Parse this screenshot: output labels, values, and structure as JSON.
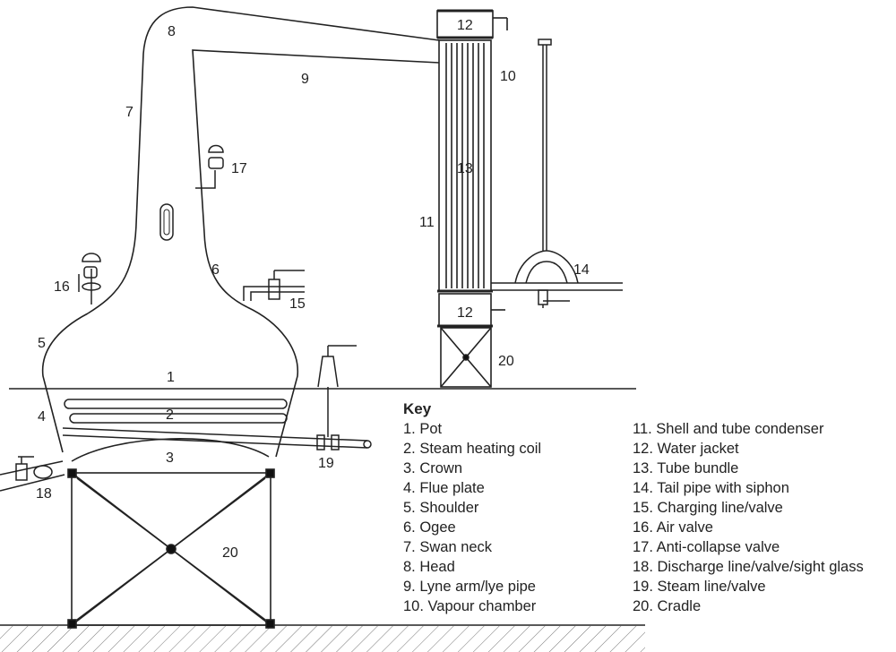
{
  "diagram": {
    "callouts": [
      "1",
      "2",
      "3",
      "4",
      "5",
      "6",
      "7",
      "8",
      "9",
      "10",
      "11",
      "12",
      "12",
      "13",
      "14",
      "15",
      "16",
      "17",
      "18",
      "19",
      "20",
      "20"
    ]
  },
  "key": {
    "title": "Key",
    "column1": [
      "1. Pot",
      "2. Steam heating coil",
      "3. Crown",
      "4. Flue plate",
      "5. Shoulder",
      "6. Ogee",
      "7. Swan neck",
      "8. Head",
      "9. Lyne arm/lye pipe",
      "10. Vapour chamber"
    ],
    "column2": [
      "11. Shell and tube condenser",
      "12. Water jacket",
      "13. Tube bundle",
      "14. Tail pipe with siphon",
      "15. Charging line/valve",
      "16. Air valve",
      "17. Anti-collapse valve",
      "18. Discharge line/valve/sight glass",
      "19. Steam line/valve",
      "20. Cradle"
    ]
  }
}
